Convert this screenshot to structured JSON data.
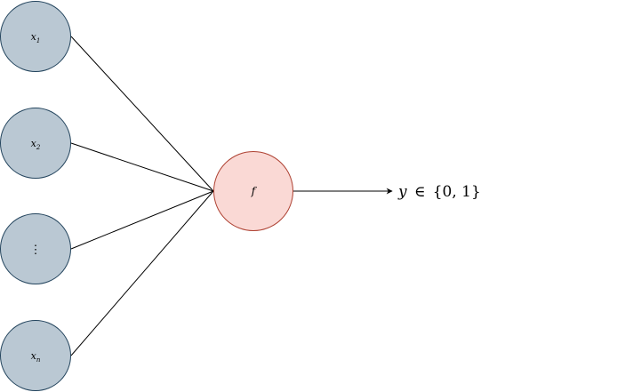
{
  "colors": {
    "input_fill": "#bac8d3",
    "input_stroke": "#23445d",
    "output_fill": "#fad9d5",
    "output_stroke": "#ae4132",
    "line": "#000000",
    "background": "#ffffff"
  },
  "inputs": [
    {
      "base": "x",
      "sub": "1"
    },
    {
      "base": "x",
      "sub": "2"
    },
    {
      "base": "⋮",
      "sub": ""
    },
    {
      "base": "x",
      "sub": "n"
    }
  ],
  "neuron": {
    "label": "f"
  },
  "output": {
    "var": "y",
    "relation": "∈",
    "set": "{0, 1}"
  }
}
